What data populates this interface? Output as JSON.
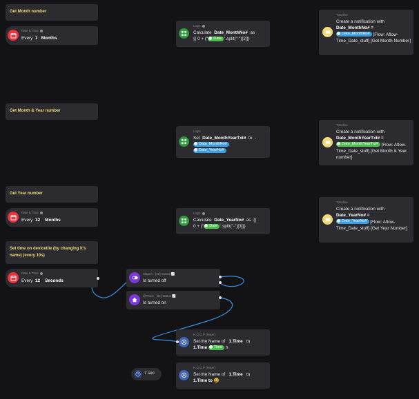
{
  "notes": {
    "month": "Get Month number",
    "month_year": "Get Month & Year number",
    "year": "Get Year number",
    "devicetile": "Set time on devicetile (by changing it's name) (every 10s)"
  },
  "triggers": {
    "t1": {
      "category": "Date & Time",
      "every": "Every",
      "value": "1",
      "unit": "Months"
    },
    "t2": {
      "category": "Date & Time",
      "every": "Every",
      "value": "12",
      "unit": "Months"
    },
    "t3": {
      "category": "Date & Time",
      "every": "Every",
      "value": "12",
      "unit": "Seconds"
    }
  },
  "logic": {
    "l1": {
      "category": "Logic",
      "w1": "Calculate",
      "var": "Date_MonthNo#",
      "w2": "as",
      "expr1": "{{ 0 + (\"",
      "tag": "Date",
      "expr2": "\".split(\"-\")[2]}}"
    },
    "l2": {
      "category": "Logic",
      "w1": "Set",
      "var": "Date_MonthYearTxt#",
      "w2": "to",
      "w3": "-",
      "tag1": "Date_MonthNo#",
      "tag2": "Date_YearNo#"
    },
    "l3": {
      "category": "Logic",
      "w1": "Calculate",
      "var": "Date_YearNo#",
      "w2": "as",
      "w3": "{{",
      "expr1": "0 + (\"",
      "tag": "Date",
      "expr2": "\".split(\"-\")[3]}}"
    }
  },
  "timeline": {
    "n1": {
      "category": "Timeline",
      "line1": "Create a notification with",
      "var": "Date_MonthNo# =",
      "tag": "Date_MonthNo#",
      "rest": "[Flow: Aflow-Time_Date_stuff] [Get Month Number]"
    },
    "n2": {
      "category": "Timeline",
      "line1": "Create a notification with",
      "var": "Date_MonthYearTxt# =",
      "tag": "Date_MonthYearTxt#",
      "rest": "[Flow: Aflow-Time_Date_stuff] [Get Month & Year number]"
    },
    "n3": {
      "category": "Timeline",
      "line1": "Create a notification with",
      "var": "Date_YearNo# =",
      "tag": "Date_YearNo#",
      "rest": "[Flow: Aflow-Time_Date_stuff] [Get Year Number]"
    }
  },
  "conditions": {
    "c1": {
      "category": "Slapen - [0e] Status",
      "text": "Is turned off"
    },
    "c2": {
      "category": "@Thuis - [0e] Status",
      "text": "Is turned on"
    }
  },
  "hoop": {
    "h1": {
      "category": "H.O.O.P (Hope)",
      "w1": "Set the Name of",
      "dev": "1.Time",
      "w2": "to",
      "dev2": "1.Time",
      "tag": "Time",
      "suffix": "h"
    },
    "h2": {
      "category": "H.O.O.P (Hope)",
      "w1": "Set the Name of",
      "dev": "1.Time",
      "w2": "to",
      "dev2": "1.Time to",
      "emoji": "😃"
    }
  },
  "delay": {
    "label": "7 sec"
  },
  "colors": {
    "canvas": "#131316",
    "card": "#2b2b30",
    "note_text": "#f1dd7a",
    "trigger": "#e8343e",
    "logic": "#2c9a3a",
    "timeline": "#f3d979",
    "condition": "#7a38d8",
    "hoop": "#4064b8",
    "tag_blue": "#3b9ce0",
    "tag_green": "#4cbe4c"
  },
  "icons": {
    "trigger": "calendar-clock-icon",
    "logic": "logic-blocks-icon",
    "timeline": "chat-bubble-icon",
    "condition_off": "toggle-icon",
    "condition_on": "home-icon",
    "hoop": "hoop-icon",
    "delay": "clock-icon"
  }
}
